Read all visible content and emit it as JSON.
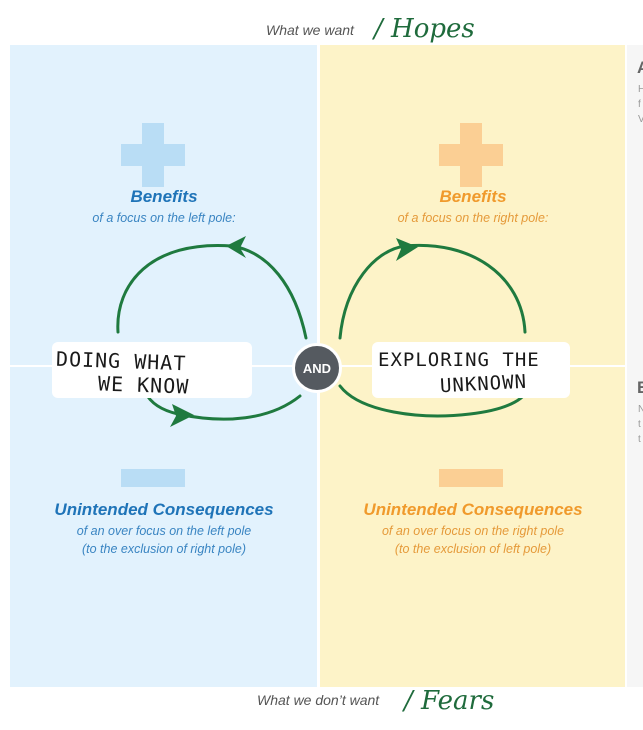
{
  "top_label": {
    "printed": "What we want",
    "handwritten": "/ Hopes"
  },
  "bottom_label": {
    "printed": "What we don’t want",
    "handwritten": "/ Fears"
  },
  "center": {
    "and_label": "AND"
  },
  "left_pole": {
    "benefits_title": "Benefits",
    "benefits_sub": "of a focus on the left pole:",
    "name_line1": "DOING WHAT",
    "name_line2": "WE KNOW",
    "consequences_title": "Unintended Consequences",
    "consequences_sub1": "of an over focus on the left pole",
    "consequences_sub2": "(to the exclusion of right pole)"
  },
  "right_pole": {
    "benefits_title": "Benefits",
    "benefits_sub": "of a focus on the right pole:",
    "name_line1": "EXPLORING THE",
    "name_line2": "UNKNOWN",
    "consequences_title": "Unintended Consequences",
    "consequences_sub1": "of an over focus on the right pole",
    "consequences_sub2": "(to the exclusion of left pole)"
  },
  "edge_fragments": {
    "a_head": "A",
    "a_lines": [
      "H",
      "f",
      "V"
    ],
    "b_head": "E",
    "b_lines": [
      "N",
      "t",
      "t"
    ]
  },
  "colors": {
    "left_panel": "#e2f2fd",
    "right_panel": "#fdf3c8",
    "left_accent": "#1f74b8",
    "right_accent": "#f09a2c",
    "loop_stroke": "#1f7a3f",
    "and_circle": "#555a60"
  }
}
